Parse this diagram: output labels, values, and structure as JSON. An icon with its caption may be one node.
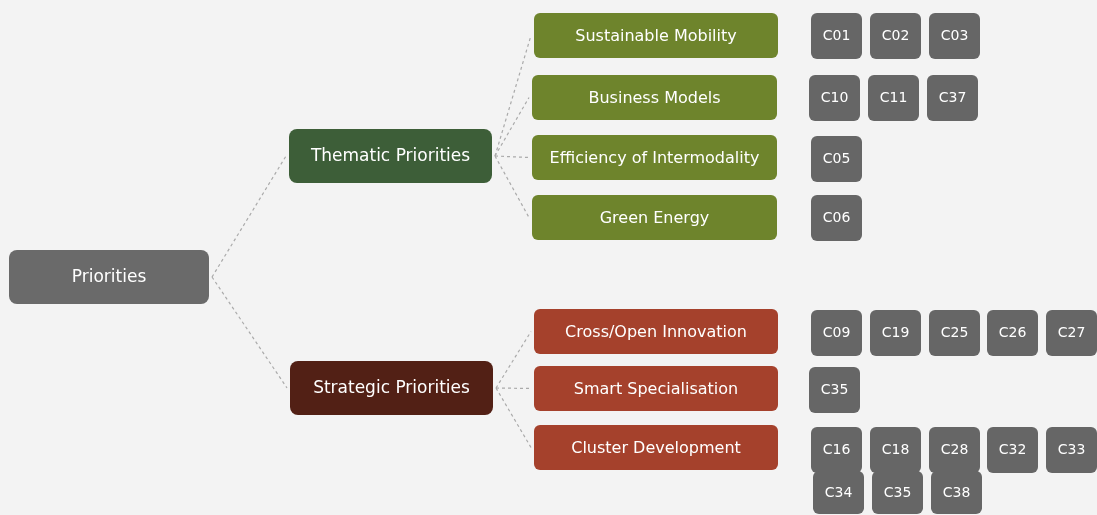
{
  "diagram": {
    "nodes": [
      {
        "text": [
          "Priorities"
        ]
      },
      {
        "text": [
          "Thematic Priorities"
        ]
      },
      {
        "text": [
          "Strategic Priorities"
        ]
      },
      {
        "text": [
          "Sustainable Mobility"
        ]
      },
      {
        "text": [
          "Business Models"
        ]
      },
      {
        "text": [
          "Efficiency of Intermodality"
        ]
      },
      {
        "text": [
          "Green Energy"
        ]
      },
      {
        "text": [
          "Cross/Open Innovation"
        ]
      },
      {
        "text": [
          "Smart Specialisation"
        ]
      },
      {
        "text": [
          "Cluster Development"
        ]
      },
      {
        "text": [
          "C01"
        ]
      },
      {
        "text": [
          "C02"
        ]
      },
      {
        "text": [
          "C03"
        ]
      },
      {
        "text": [
          "C10"
        ]
      },
      {
        "text": [
          "C11"
        ]
      },
      {
        "text": [
          "C37"
        ]
      },
      {
        "text": [
          "C05"
        ]
      },
      {
        "text": [
          "C06"
        ]
      },
      {
        "text": [
          "C09"
        ]
      },
      {
        "text": [
          "C19"
        ]
      },
      {
        "text": [
          "C25"
        ]
      },
      {
        "text": [
          "C26"
        ]
      },
      {
        "text": [
          "C27"
        ]
      },
      {
        "text": [
          "C35"
        ]
      },
      {
        "text": [
          "C16"
        ]
      },
      {
        "text": [
          "C18"
        ]
      },
      {
        "text": [
          "C28"
        ]
      },
      {
        "text": [
          "C32"
        ]
      },
      {
        "text": [
          "C33"
        ]
      },
      {
        "text": [
          "C34"
        ]
      },
      {
        "text": [
          "C35"
        ]
      },
      {
        "text": [
          "C38"
        ]
      }
    ],
    "edges": [
      {
        "from": 0,
        "to": 1,
        "arrow": "none",
        "style": "dashed"
      },
      {
        "from": 0,
        "to": 2,
        "arrow": "none",
        "style": "dashed"
      },
      {
        "from": 1,
        "to": 3,
        "arrow": "none",
        "style": "dashed"
      },
      {
        "from": 1,
        "to": 4,
        "arrow": "none",
        "style": "dashed"
      },
      {
        "from": 1,
        "to": 5,
        "arrow": "none",
        "style": "dashed"
      },
      {
        "from": 1,
        "to": 6,
        "arrow": "none",
        "style": "dashed"
      },
      {
        "from": 2,
        "to": 7,
        "arrow": "none",
        "style": "dashed"
      },
      {
        "from": 2,
        "to": 8,
        "arrow": "none",
        "style": "dashed"
      },
      {
        "from": 2,
        "to": 9,
        "arrow": "none",
        "style": "dashed"
      }
    ]
  }
}
